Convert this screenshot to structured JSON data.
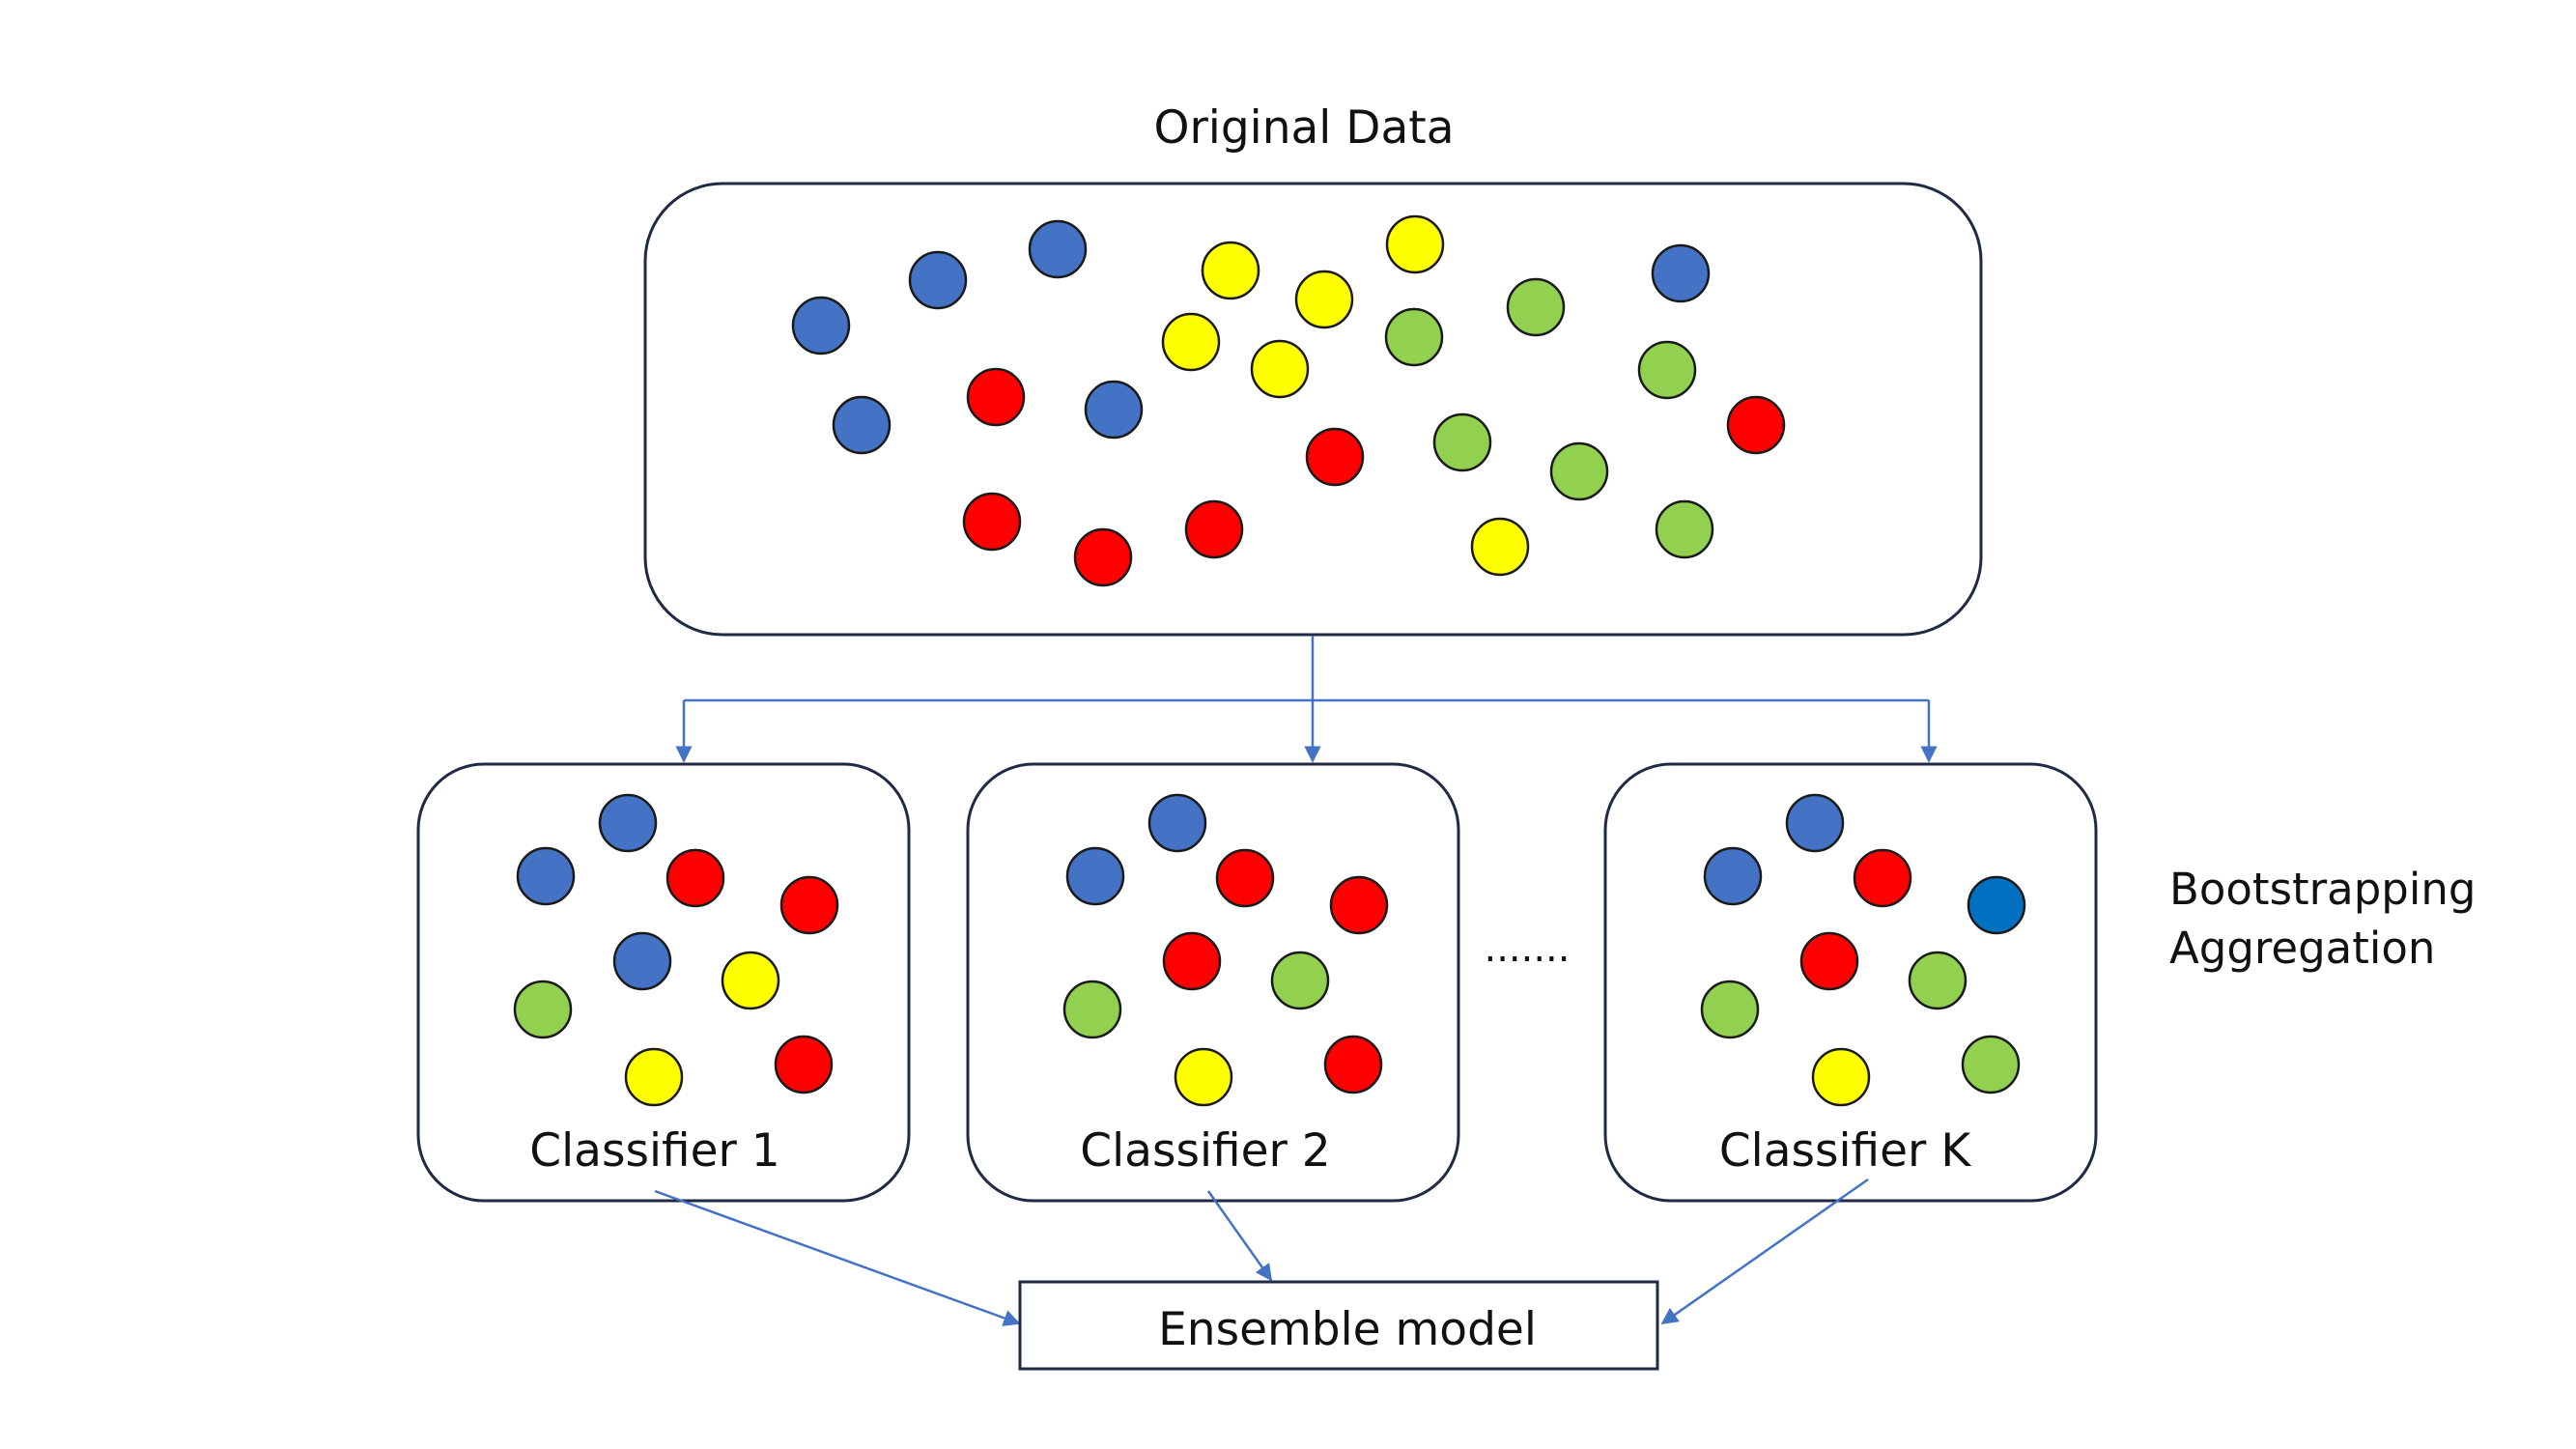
{
  "colors": {
    "blue": "#4472c4",
    "red": "#ff0000",
    "yellow": "#ffff00",
    "green": "#92d050",
    "dark_blue": "#0070c0",
    "connector": "#4472c4",
    "box_border": "#1f2a44"
  },
  "original": {
    "title": "Original Data",
    "points": [
      {
        "color": "blue"
      },
      {
        "color": "blue"
      },
      {
        "color": "blue"
      },
      {
        "color": "blue"
      },
      {
        "color": "blue"
      },
      {
        "color": "blue"
      },
      {
        "color": "red"
      },
      {
        "color": "red"
      },
      {
        "color": "red"
      },
      {
        "color": "red"
      },
      {
        "color": "red"
      },
      {
        "color": "red"
      },
      {
        "color": "yellow"
      },
      {
        "color": "yellow"
      },
      {
        "color": "yellow"
      },
      {
        "color": "yellow"
      },
      {
        "color": "yellow"
      },
      {
        "color": "yellow"
      },
      {
        "color": "green"
      },
      {
        "color": "green"
      },
      {
        "color": "green"
      },
      {
        "color": "green"
      },
      {
        "color": "green"
      },
      {
        "color": "green"
      }
    ]
  },
  "classifiers": [
    {
      "label": "Classifier 1",
      "points": [
        {
          "color": "blue"
        },
        {
          "color": "blue"
        },
        {
          "color": "red"
        },
        {
          "color": "red"
        },
        {
          "color": "blue"
        },
        {
          "color": "green"
        },
        {
          "color": "yellow"
        },
        {
          "color": "yellow"
        },
        {
          "color": "red"
        }
      ]
    },
    {
      "label": "Classifier 2",
      "points": [
        {
          "color": "blue"
        },
        {
          "color": "blue"
        },
        {
          "color": "red"
        },
        {
          "color": "red"
        },
        {
          "color": "red"
        },
        {
          "color": "green"
        },
        {
          "color": "green"
        },
        {
          "color": "yellow"
        },
        {
          "color": "red"
        }
      ]
    },
    {
      "label": "Classifier K",
      "points": [
        {
          "color": "blue"
        },
        {
          "color": "blue"
        },
        {
          "color": "red"
        },
        {
          "color": "dark_blue"
        },
        {
          "color": "red"
        },
        {
          "color": "green"
        },
        {
          "color": "green"
        },
        {
          "color": "yellow"
        },
        {
          "color": "green"
        }
      ]
    }
  ],
  "ellipsis": ".......",
  "side_label": {
    "line1": "Bootstrapping",
    "line2": "Aggregation"
  },
  "ensemble": {
    "label": "Ensemble model"
  }
}
